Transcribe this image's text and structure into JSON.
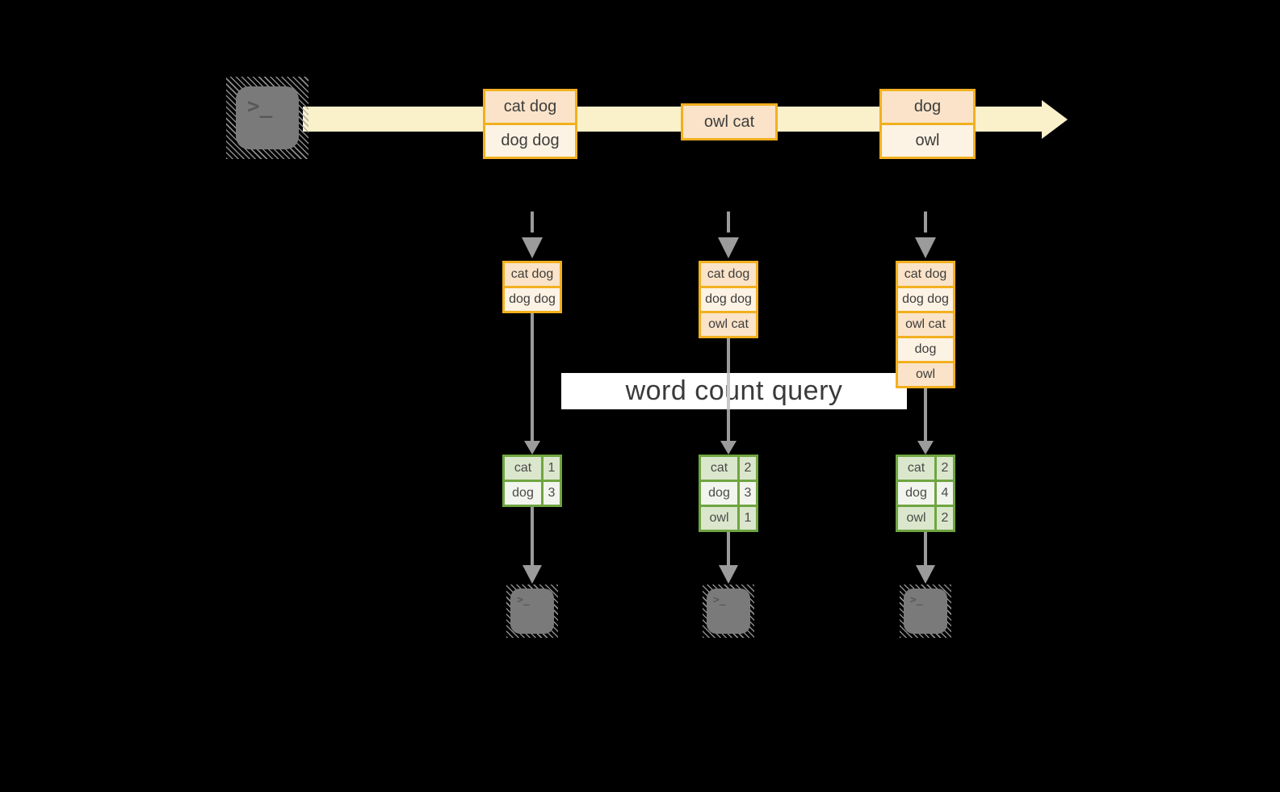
{
  "query_label": "word count query",
  "prompt_symbol": ">_",
  "icons": {
    "source": "terminal-icon",
    "sink": "terminal-icon",
    "stream_end": "arrowhead-icon"
  },
  "colors": {
    "gold": "#F2B01F",
    "peach": "#FAE3C8",
    "cream": "#FDF3E4",
    "band": "#FAF0CA",
    "green_border": "#6FA541",
    "green_light": "#DBE7CC",
    "green_pale": "#F2F5ED",
    "arrow_gray": "#9B9B9B",
    "terminal_gray": "#7A7A7A",
    "banner_bg": "#FFFFFF",
    "text_dark": "#3D3D3D"
  },
  "stream": {
    "batches": [
      {
        "items": [
          "cat dog",
          "dog dog"
        ]
      },
      {
        "items": [
          "owl cat"
        ]
      },
      {
        "items": [
          "dog",
          "owl"
        ]
      }
    ]
  },
  "columns": [
    {
      "accumulated": [
        "cat dog",
        "dog dog"
      ],
      "counts": [
        {
          "word": "cat",
          "count": "1"
        },
        {
          "word": "dog",
          "count": "3"
        }
      ]
    },
    {
      "accumulated": [
        "cat dog",
        "dog dog",
        "owl cat"
      ],
      "counts": [
        {
          "word": "cat",
          "count": "2"
        },
        {
          "word": "dog",
          "count": "3"
        },
        {
          "word": "owl",
          "count": "1"
        }
      ]
    },
    {
      "accumulated": [
        "cat dog",
        "dog dog",
        "owl cat",
        "dog",
        "owl"
      ],
      "counts": [
        {
          "word": "cat",
          "count": "2"
        },
        {
          "word": "dog",
          "count": "4"
        },
        {
          "word": "owl",
          "count": "2"
        }
      ]
    }
  ]
}
